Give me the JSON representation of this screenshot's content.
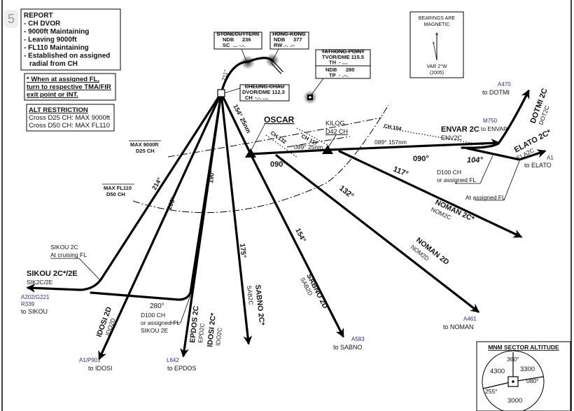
{
  "page_badge": "5",
  "report_box": {
    "lines": [
      "REPORT",
      "- CH DVOR",
      "- 9000ft Maintaining",
      "- Leaving 9000ft",
      "- FL110 Maintaining",
      "- Established on assigned",
      "  radial from CH"
    ]
  },
  "note_box": {
    "lines": [
      "* When at assigned FL,",
      "turn to respective TMA/FIR",
      "exit point or INT."
    ]
  },
  "alt_restriction": {
    "title": "ALT RESTRICTION",
    "lines": [
      "Cross D25 CH: MAX 9000ft",
      "Cross D50 CH: MAX FL110"
    ]
  },
  "bearings_box": {
    "line1": "BEARINGS ARE",
    "line2": "MAGNETIC",
    "var": "VAR 2°W",
    "year": "(2005)"
  },
  "navaids": {
    "stonecutters": {
      "name": "STONECUTTERS",
      "type": "NDB",
      "freq": "236",
      "ident": "SC",
      "morse": "... -.-."
    },
    "hongkong": {
      "name": "HONG-KONG",
      "type": "NDB",
      "freq": "377",
      "ident": "RW",
      "morse": ".-. .--"
    },
    "tathong": {
      "name": "TATHONG-POINT",
      "type": "TVOR/DME 115.5",
      "ident": "TH",
      "morse": "- ....",
      "ndb_type": "NDB",
      "ndb_freq": "280",
      "ndb_ident": "TP",
      "ndb_morse": "- .--."
    },
    "cheungchau": {
      "name": "CHEUNG-CHAU",
      "type": "DVOR/DME 112.3",
      "ident": "CH",
      "morse": "-.-. ...."
    }
  },
  "labels": {
    "b211": "211°",
    "b154_25": "154° 25nm",
    "oscar": "OSCAR",
    "kilog": "KILOG",
    "kilog_d": "D42 CH",
    "ch132": "CH 132",
    "ch117": "CH 117",
    "ch104": "CH 104",
    "b089_25": "089° 25nm",
    "b089_157": "089° 157nm",
    "b090a": "090°",
    "b090b": "090°",
    "b104": "104°",
    "b117": "117°",
    "b132": "132°",
    "b154": "154°",
    "b175": "175°",
    "b190": "190°",
    "b205": "205°",
    "b214": "214°",
    "b280": "280°",
    "max9000": "MAX  9000ft",
    "d25": "D25   CH",
    "maxfl110": "MAX  FL110",
    "d50": "D50   CH",
    "d100_ch_a": "D100 CH",
    "or_assigned_a": "or assigned FL",
    "at_assigned": "At assigned FL",
    "d100_ch_b": "D100 CH",
    "or_assigned_b": "or assigned FL",
    "sikou2e_note": "SIKOU 2E",
    "sikou_cruise1": "SIKOU 2C",
    "sikou_cruise2": "At cruising FL"
  },
  "procedures": {
    "envar": {
      "name": "ENVAR 2C",
      "code": "ENV2C",
      "airway": "M750",
      "dest": "to ENVAR"
    },
    "dotmi": {
      "name": "DOTMI 2C",
      "code": "DOT2C",
      "airway": "A470",
      "dest": "to DOTMI"
    },
    "elato": {
      "name": "ELATO 2C*",
      "code": "ELA2C",
      "airway": "A1",
      "dest": "to ELATO"
    },
    "noman2c": {
      "name": "NOMAN 2C*",
      "code": "NOM2C"
    },
    "noman2d": {
      "name": "NOMAN 2D",
      "code": "NOM2D",
      "airway": "A461",
      "dest": "to NOMAN"
    },
    "sabno2d": {
      "name": "SABNO 2D",
      "code": "SAB2D",
      "airway": "A583",
      "dest": "to SABNO"
    },
    "sabno2c": {
      "name": "SABNO 2C*",
      "code": "SAB2C"
    },
    "idosi2c": {
      "name": "IDOSI 2C*",
      "code": "IDO2C"
    },
    "epdos": {
      "name": "EPDOS 2C",
      "code": "EPD2C",
      "airway": "L642",
      "dest": "to EPDOS"
    },
    "idosi2d": {
      "name": "IDOSI 2D",
      "code": "IDO2D",
      "airway": "A1/P901",
      "dest": "to IDOSI"
    },
    "sikou": {
      "name": "SIKOU 2C*/2E",
      "code": "SIK2C/2E",
      "airway1": "A202/G221",
      "airway2": "R339",
      "dest": "to SIKOU"
    }
  },
  "msa": {
    "title": "MNM SECTOR ALTITUDE",
    "r360": "360°",
    "r080": "080°",
    "r255": "255°",
    "nw": "4300",
    "ne": "3300",
    "s": "3000"
  }
}
